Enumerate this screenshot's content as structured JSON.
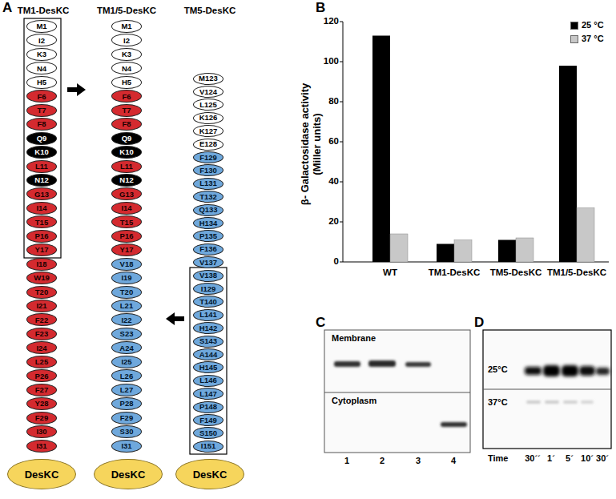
{
  "diagram": {
    "nodes": [
      {
        "text": [
          "M1"
        ]
      },
      {
        "text": [
          "I2"
        ]
      },
      {
        "text": [
          "K3"
        ]
      },
      {
        "text": [
          "N4"
        ]
      },
      {
        "text": [
          "H5"
        ]
      },
      {
        "text": [
          "F6"
        ]
      },
      {
        "text": [
          "T7"
        ]
      },
      {
        "text": [
          "F8"
        ]
      },
      {
        "text": [
          "Q9"
        ]
      },
      {
        "text": [
          "K10"
        ]
      },
      {
        "text": [
          "L11"
        ]
      },
      {
        "text": [
          "N12"
        ]
      },
      {
        "text": [
          "G13"
        ]
      },
      {
        "text": [
          "I14"
        ]
      },
      {
        "text": [
          "T15"
        ]
      },
      {
        "text": [
          "P16"
        ]
      },
      {
        "text": [
          "Y17"
        ]
      },
      {
        "text": [
          "I18"
        ]
      },
      {
        "text": [
          "W19"
        ]
      },
      {
        "text": [
          "T20"
        ]
      },
      {
        "text": [
          "I21"
        ]
      },
      {
        "text": [
          "F22"
        ]
      },
      {
        "text": [
          "F23"
        ]
      },
      {
        "text": [
          "I24"
        ]
      },
      {
        "text": [
          "L25"
        ]
      },
      {
        "text": [
          "P26"
        ]
      },
      {
        "text": [
          "F27"
        ]
      },
      {
        "text": [
          "Y28"
        ]
      },
      {
        "text": [
          "F29"
        ]
      },
      {
        "text": [
          "I30"
        ]
      },
      {
        "text": [
          "I31"
        ]
      },
      {
        "text": [
          "DesKC"
        ]
      },
      {
        "text": [
          "M1"
        ]
      },
      {
        "text": [
          "I2"
        ]
      },
      {
        "text": [
          "K3"
        ]
      },
      {
        "text": [
          "N4"
        ]
      },
      {
        "text": [
          "H5"
        ]
      },
      {
        "text": [
          "F6"
        ]
      },
      {
        "text": [
          "T7"
        ]
      },
      {
        "text": [
          "F8"
        ]
      },
      {
        "text": [
          "Q9"
        ]
      },
      {
        "text": [
          "K10"
        ]
      },
      {
        "text": [
          "L11"
        ]
      },
      {
        "text": [
          "N12"
        ]
      },
      {
        "text": [
          "G13"
        ]
      },
      {
        "text": [
          "I14"
        ]
      },
      {
        "text": [
          "T15"
        ]
      },
      {
        "text": [
          "P16"
        ]
      },
      {
        "text": [
          "Y17"
        ]
      },
      {
        "text": [
          "V18"
        ]
      },
      {
        "text": [
          "I19"
        ]
      },
      {
        "text": [
          "T20"
        ]
      },
      {
        "text": [
          "L21"
        ]
      },
      {
        "text": [
          "I22"
        ]
      },
      {
        "text": [
          "S23"
        ]
      },
      {
        "text": [
          "A24"
        ]
      },
      {
        "text": [
          "I25"
        ]
      },
      {
        "text": [
          "L26"
        ]
      },
      {
        "text": [
          "L27"
        ]
      },
      {
        "text": [
          "P28"
        ]
      },
      {
        "text": [
          "F29"
        ]
      },
      {
        "text": [
          "S30"
        ]
      },
      {
        "text": [
          "I31"
        ]
      },
      {
        "text": [
          "DesKC"
        ]
      },
      {
        "text": [
          "M123"
        ]
      },
      {
        "text": [
          "V124"
        ]
      },
      {
        "text": [
          "L125"
        ]
      },
      {
        "text": [
          "K126"
        ]
      },
      {
        "text": [
          "K127"
        ]
      },
      {
        "text": [
          "E128"
        ]
      },
      {
        "text": [
          "F129"
        ]
      },
      {
        "text": [
          "F130"
        ]
      },
      {
        "text": [
          "L131"
        ]
      },
      {
        "text": [
          "T132"
        ]
      },
      {
        "text": [
          "Q133"
        ]
      },
      {
        "text": [
          "H134"
        ]
      },
      {
        "text": [
          "P135"
        ]
      },
      {
        "text": [
          "F136"
        ]
      },
      {
        "text": [
          "V137"
        ]
      },
      {
        "text": [
          "V138"
        ]
      },
      {
        "text": [
          "I129"
        ]
      },
      {
        "text": [
          "T140"
        ]
      },
      {
        "text": [
          "L141"
        ]
      },
      {
        "text": [
          "H142"
        ]
      },
      {
        "text": [
          "S143"
        ]
      },
      {
        "text": [
          "A144"
        ]
      },
      {
        "text": [
          "H145"
        ]
      },
      {
        "text": [
          "L146"
        ]
      },
      {
        "text": [
          "L147"
        ]
      },
      {
        "text": [
          "P148"
        ]
      },
      {
        "text": [
          "F149"
        ]
      },
      {
        "text": [
          "S150"
        ]
      },
      {
        "text": [
          "I151"
        ]
      },
      {
        "text": [
          "DesKC"
        ]
      }
    ],
    "labels": [
      "A",
      "TM1-DesKC",
      "TM1/5-DesKC",
      "TM5-DesKC",
      "B",
      "β- Galactosidase activity (Miller units)",
      "0",
      "20",
      "40",
      "60",
      "80",
      "100",
      "120",
      "WT",
      "TM1-DesKC",
      "TM5-DesKC",
      "TM1/5-DesKC",
      "C",
      "Membrane",
      "Cytoplasm",
      "1",
      "2",
      "3",
      "4",
      "D",
      "25°C",
      "37°C",
      "Time",
      "30´´",
      "1´",
      "5´",
      "10´",
      "30´"
    ],
    "legend": [
      {
        "text": "25 °C",
        "color": "#000000"
      },
      {
        "text": "37 °C",
        "color": "#c8c8c8"
      }
    ]
  }
}
